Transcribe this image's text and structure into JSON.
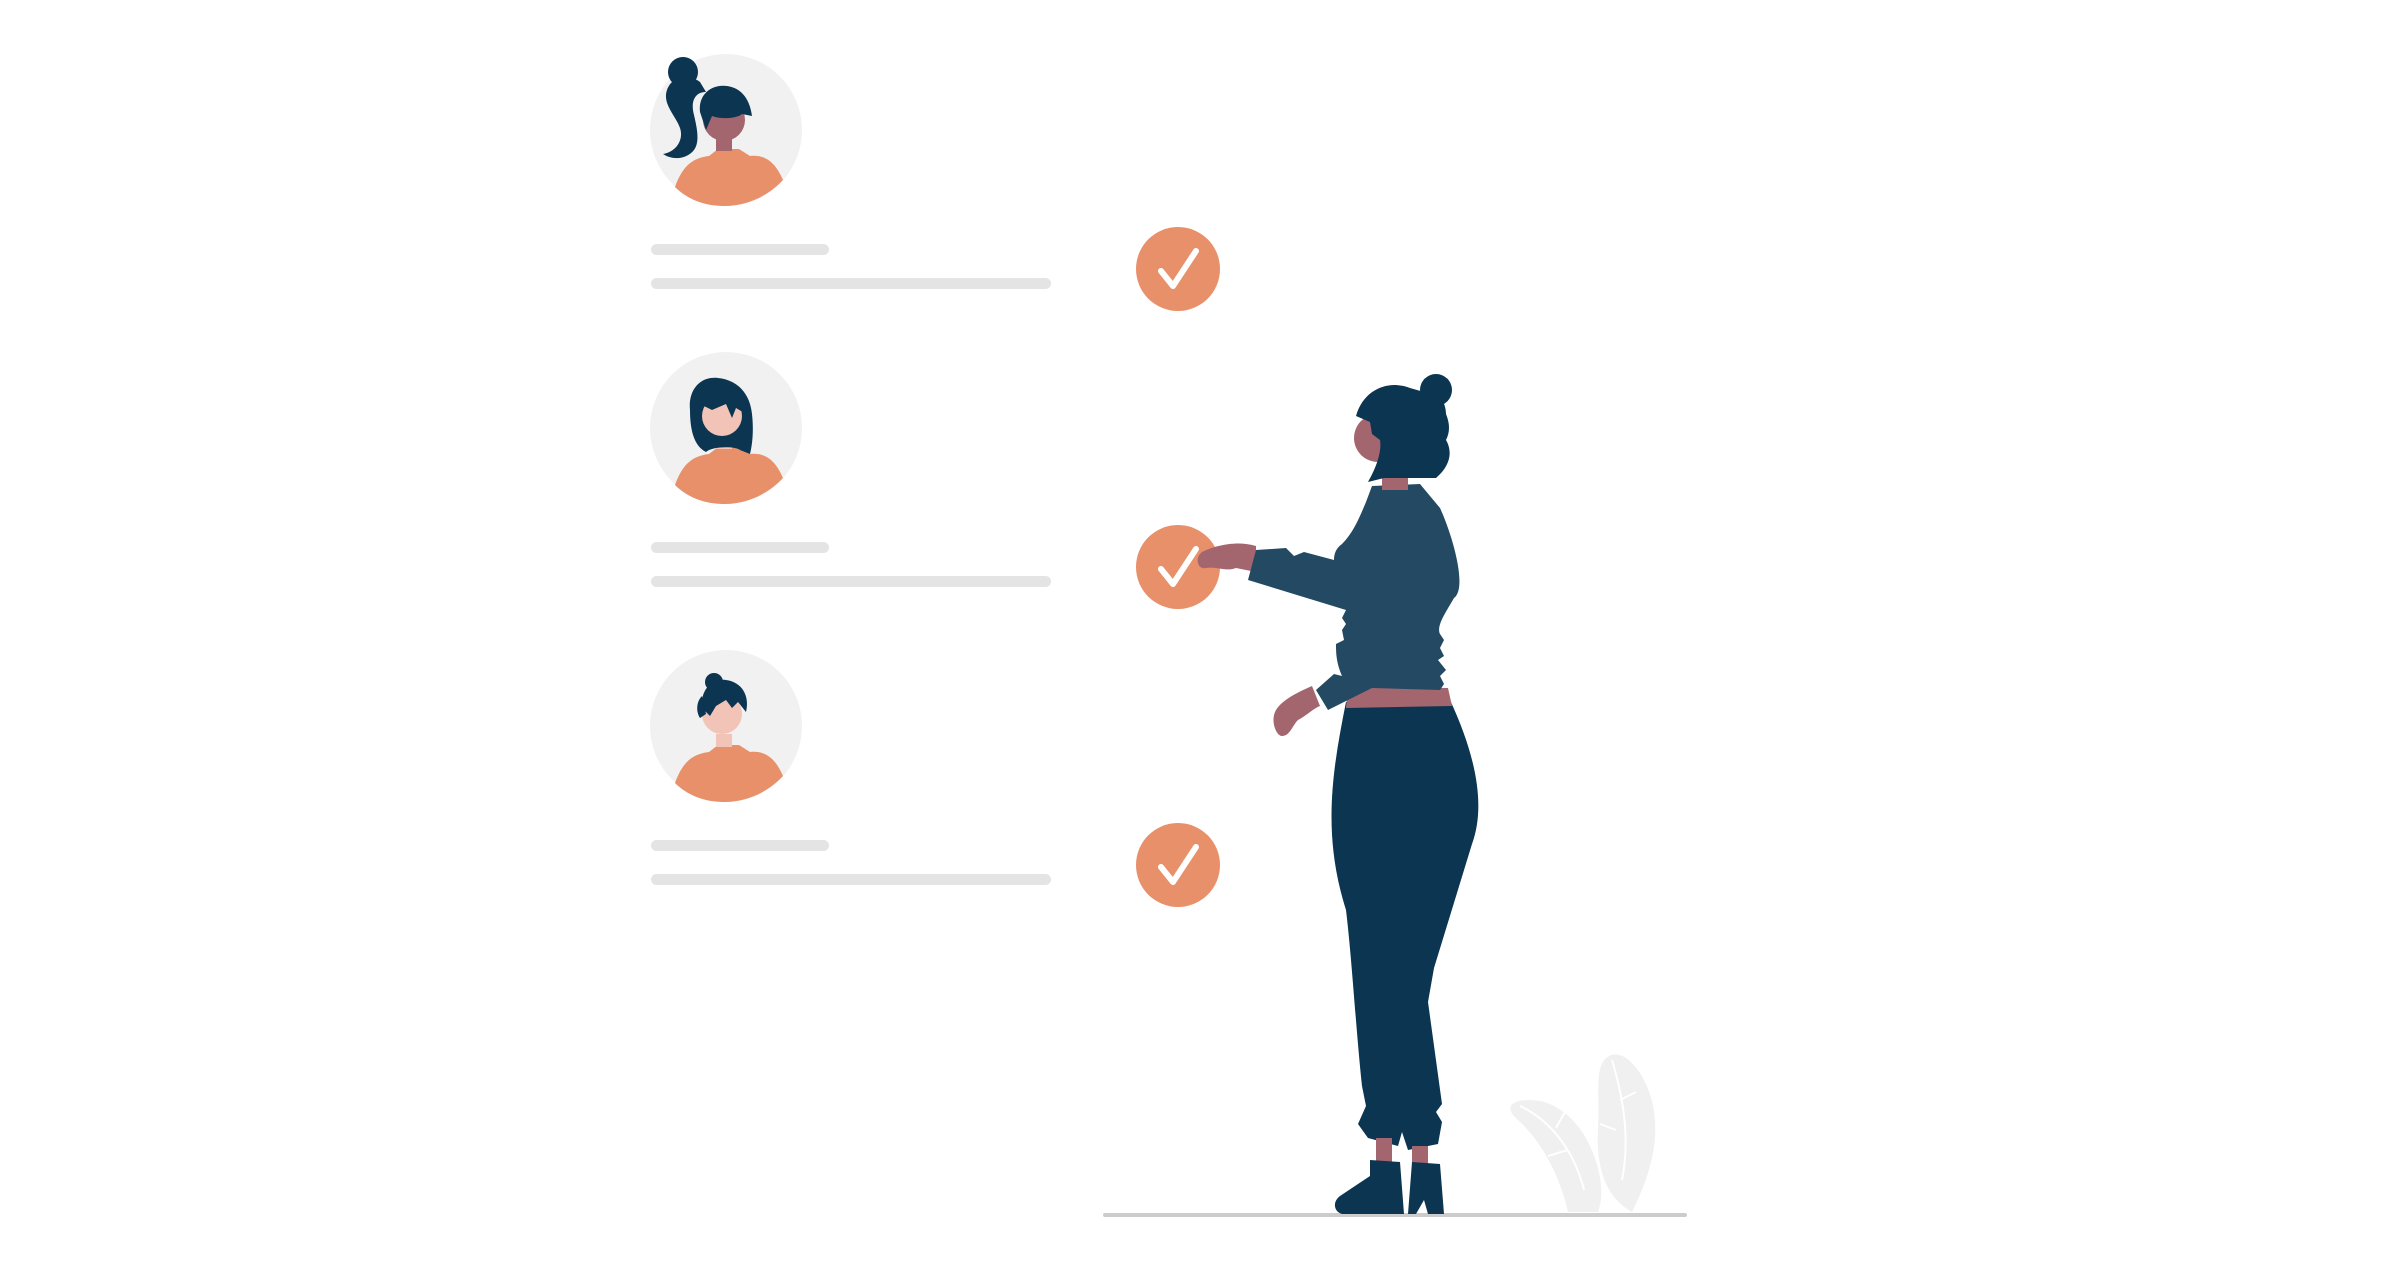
{
  "colors": {
    "background": "#ffffff",
    "accent": "#e8906a",
    "dark_navy": "#0b3550",
    "sweater": "#234a62",
    "skin_dark": "#a3666f",
    "skin_light": "#f2c4b8",
    "avatar_bg": "#f1f1f1",
    "placeholder_line": "#e4e4e4",
    "floor": "#cccccc",
    "plant": "#f0f0f0"
  },
  "list": {
    "items": [
      {
        "avatar": "person-ponytail-avatar",
        "checked": true
      },
      {
        "avatar": "person-bob-hair-avatar",
        "checked": true
      },
      {
        "avatar": "person-short-hair-avatar",
        "checked": true
      }
    ]
  },
  "icons": {
    "check": "check-circle-icon",
    "plant": "plant-icon"
  }
}
